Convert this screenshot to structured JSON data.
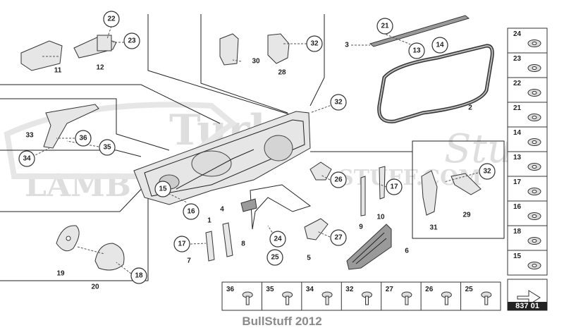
{
  "watermark": {
    "brand_left": "LAMB",
    "brand_mid": "Turbo",
    "brand_script": "Stuff",
    "brand_url": "STUFF.COM"
  },
  "callouts": {
    "c22": "22",
    "c23": "23",
    "c11": "11",
    "c12": "12",
    "c32a": "32",
    "c30": "30",
    "c28": "28",
    "c21": "21",
    "c3": "3",
    "c13": "13",
    "c14": "14",
    "c2": "2",
    "c32b": "32",
    "c33": "33",
    "c36": "36",
    "c34": "34",
    "c35": "35",
    "c15": "15",
    "c16": "16",
    "c1": "1",
    "c4": "4",
    "c26": "26",
    "c17a": "17",
    "c9": "9",
    "c10": "10",
    "c32c": "32",
    "c29": "29",
    "c31": "31",
    "c17b": "17",
    "c7": "7",
    "c8": "8",
    "c24": "24",
    "c25": "25",
    "c5": "5",
    "c27": "27",
    "c6": "6",
    "c19": "19",
    "c20": "20",
    "c18": "18"
  },
  "legend_right": [
    "24",
    "23",
    "22",
    "21",
    "14",
    "13",
    "17",
    "16",
    "18",
    "15"
  ],
  "legend_bottom": [
    "36",
    "35",
    "34",
    "32",
    "27",
    "26",
    "25"
  ],
  "page_number": "837 01",
  "caption": "BullStuff 2012"
}
